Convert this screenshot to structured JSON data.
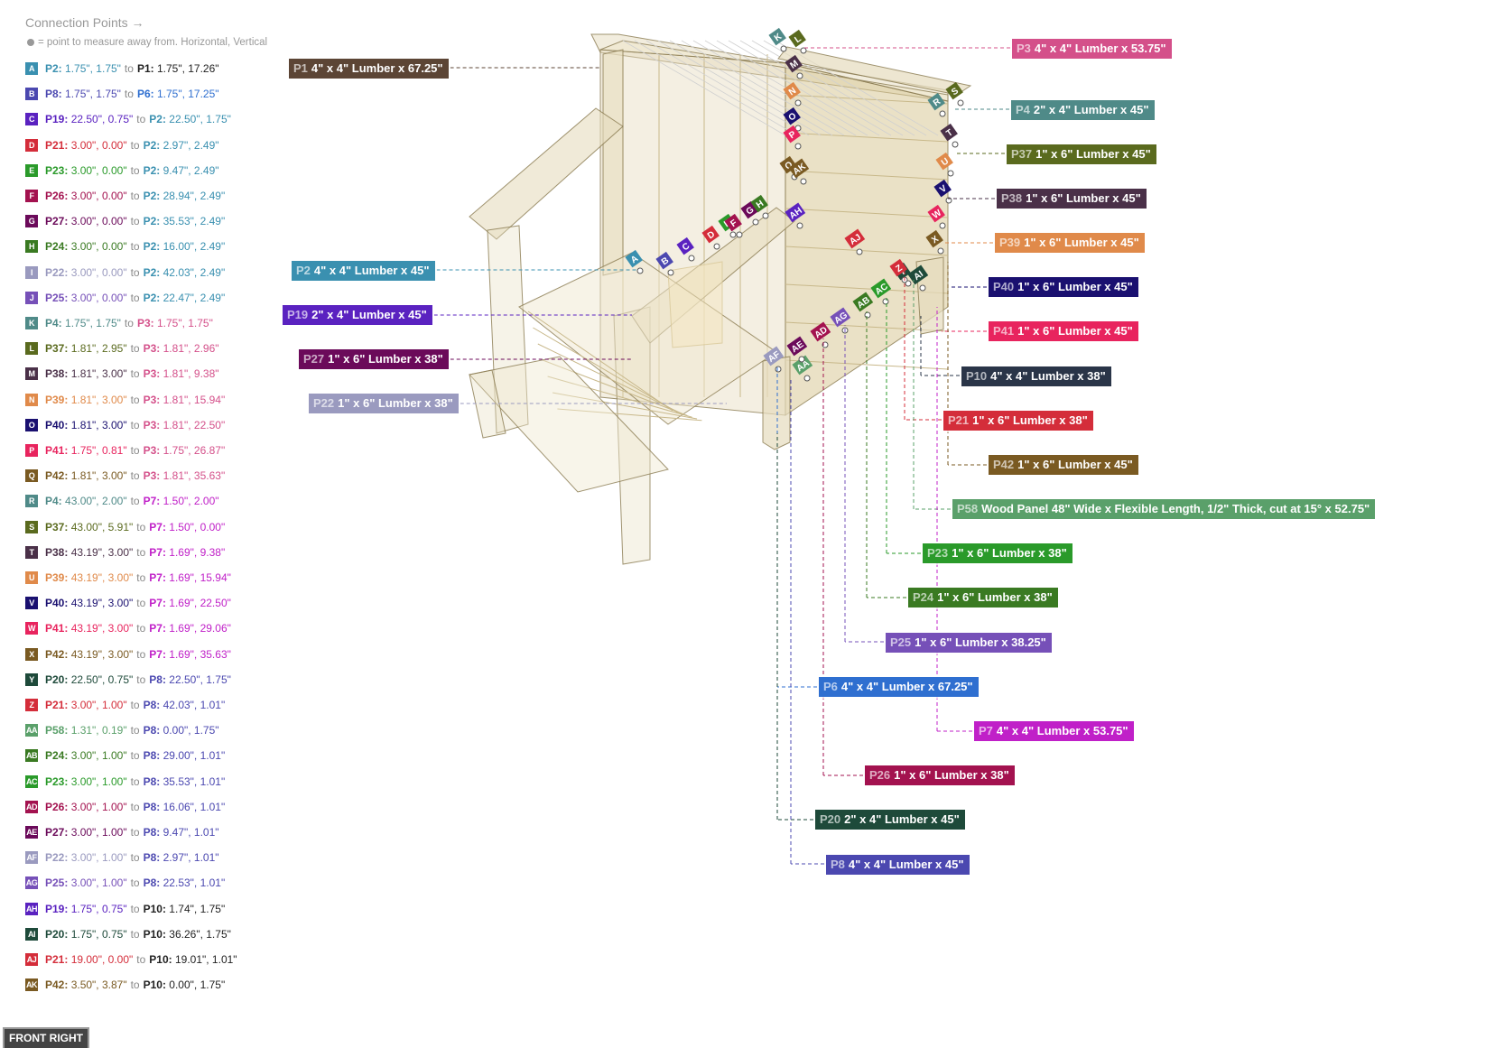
{
  "panel": {
    "title": "Connection Points →",
    "subtitle": "= point to measure away from. Horizontal, Vertical"
  },
  "connections": [
    {
      "id": "A",
      "color": "#3a90b0",
      "from": "P2",
      "from_val": "1.75\", 1.75\"",
      "to": "P1",
      "to_val": "1.75\", 17.26\"",
      "to_color": "#222"
    },
    {
      "id": "B",
      "color": "#4b48b0",
      "from": "P8",
      "from_val": "1.75\", 1.75\"",
      "to": "P6",
      "to_val": "1.75\", 17.25\"",
      "to_color": "#2f6fd0"
    },
    {
      "id": "C",
      "color": "#5a22c0",
      "from": "P19",
      "from_val": "22.50\", 0.75\"",
      "to": "P2",
      "to_val": "22.50\", 1.75\"",
      "to_color": "#3a90b0"
    },
    {
      "id": "D",
      "color": "#d42d3a",
      "from": "P21",
      "from_val": "3.00\", 0.00\"",
      "to": "P2",
      "to_val": "2.97\", 2.49\"",
      "to_color": "#3a90b0"
    },
    {
      "id": "E",
      "color": "#2a9a2a",
      "from": "P23",
      "from_val": "3.00\", 0.00\"",
      "to": "P2",
      "to_val": "9.47\", 2.49\"",
      "to_color": "#3a90b0"
    },
    {
      "id": "F",
      "color": "#a3124f",
      "from": "P26",
      "from_val": "3.00\", 0.00\"",
      "to": "P2",
      "to_val": "28.94\", 2.49\"",
      "to_color": "#3a90b0"
    },
    {
      "id": "G",
      "color": "#6b0a5a",
      "from": "P27",
      "from_val": "3.00\", 0.00\"",
      "to": "P2",
      "to_val": "35.53\", 2.49\"",
      "to_color": "#3a90b0"
    },
    {
      "id": "H",
      "color": "#3a7a22",
      "from": "P24",
      "from_val": "3.00\", 0.00\"",
      "to": "P2",
      "to_val": "16.00\", 2.49\"",
      "to_color": "#3a90b0"
    },
    {
      "id": "I",
      "color": "#9a9abf",
      "from": "P22",
      "from_val": "3.00\", 0.00\"",
      "to": "P2",
      "to_val": "42.03\", 2.49\"",
      "to_color": "#3a90b0"
    },
    {
      "id": "J",
      "color": "#7650b8",
      "from": "P25",
      "from_val": "3.00\", 0.00\"",
      "to": "P2",
      "to_val": "22.47\", 2.49\"",
      "to_color": "#3a90b0"
    },
    {
      "id": "K",
      "color": "#4f8a88",
      "from": "P4",
      "from_val": "1.75\", 1.75\"",
      "to": "P3",
      "to_val": "1.75\", 1.75\"",
      "to_color": "#d4508a"
    },
    {
      "id": "L",
      "color": "#5a6a1e",
      "from": "P37",
      "from_val": "1.81\", 2.95\"",
      "to": "P3",
      "to_val": "1.81\", 2.96\"",
      "to_color": "#d4508a"
    },
    {
      "id": "M",
      "color": "#4a3048",
      "from": "P38",
      "from_val": "1.81\", 3.00\"",
      "to": "P3",
      "to_val": "1.81\", 9.38\"",
      "to_color": "#d4508a"
    },
    {
      "id": "N",
      "color": "#e08a4a",
      "from": "P39",
      "from_val": "1.81\", 3.00\"",
      "to": "P3",
      "to_val": "1.81\", 15.94\"",
      "to_color": "#d4508a"
    },
    {
      "id": "O",
      "color": "#1a1070",
      "from": "P40",
      "from_val": "1.81\", 3.00\"",
      "to": "P3",
      "to_val": "1.81\", 22.50\"",
      "to_color": "#d4508a"
    },
    {
      "id": "P",
      "color": "#e8245e",
      "from": "P41",
      "from_val": "1.75\", 0.81\"",
      "to": "P3",
      "to_val": "1.75\", 26.87\"",
      "to_color": "#d4508a"
    },
    {
      "id": "Q",
      "color": "#7a5a22",
      "from": "P42",
      "from_val": "1.81\", 3.00\"",
      "to": "P3",
      "to_val": "1.81\", 35.63\"",
      "to_color": "#d4508a"
    },
    {
      "id": "R",
      "color": "#4f8a88",
      "from": "P4",
      "from_val": "43.00\", 2.00\"",
      "to": "P7",
      "to_val": "1.50\", 2.00\"",
      "to_color": "#c020c8"
    },
    {
      "id": "S",
      "color": "#5a6a1e",
      "from": "P37",
      "from_val": "43.00\", 5.91\"",
      "to": "P7",
      "to_val": "1.50\", 0.00\"",
      "to_color": "#c020c8"
    },
    {
      "id": "T",
      "color": "#4a3048",
      "from": "P38",
      "from_val": "43.19\", 3.00\"",
      "to": "P7",
      "to_val": "1.69\", 9.38\"",
      "to_color": "#c020c8"
    },
    {
      "id": "U",
      "color": "#e08a4a",
      "from": "P39",
      "from_val": "43.19\", 3.00\"",
      "to": "P7",
      "to_val": "1.69\", 15.94\"",
      "to_color": "#c020c8"
    },
    {
      "id": "V",
      "color": "#1a1070",
      "from": "P40",
      "from_val": "43.19\", 3.00\"",
      "to": "P7",
      "to_val": "1.69\", 22.50\"",
      "to_color": "#c020c8"
    },
    {
      "id": "W",
      "color": "#e8245e",
      "from": "P41",
      "from_val": "43.19\", 3.00\"",
      "to": "P7",
      "to_val": "1.69\", 29.06\"",
      "to_color": "#c020c8"
    },
    {
      "id": "X",
      "color": "#7a5a22",
      "from": "P42",
      "from_val": "43.19\", 3.00\"",
      "to": "P7",
      "to_val": "1.69\", 35.63\"",
      "to_color": "#c020c8"
    },
    {
      "id": "Y",
      "color": "#1e4a3a",
      "from": "P20",
      "from_val": "22.50\", 0.75\"",
      "to": "P8",
      "to_val": "22.50\", 1.75\"",
      "to_color": "#4b48b0"
    },
    {
      "id": "Z",
      "color": "#d42d3a",
      "from": "P21",
      "from_val": "3.00\", 1.00\"",
      "to": "P8",
      "to_val": "42.03\", 1.01\"",
      "to_color": "#4b48b0"
    },
    {
      "id": "AA",
      "color": "#5aa06a",
      "from": "P58",
      "from_val": "1.31\", 0.19\"",
      "to": "P8",
      "to_val": "0.00\", 1.75\"",
      "to_color": "#4b48b0"
    },
    {
      "id": "AB",
      "color": "#3a7a22",
      "from": "P24",
      "from_val": "3.00\", 1.00\"",
      "to": "P8",
      "to_val": "29.00\", 1.01\"",
      "to_color": "#4b48b0"
    },
    {
      "id": "AC",
      "color": "#2a9a2a",
      "from": "P23",
      "from_val": "3.00\", 1.00\"",
      "to": "P8",
      "to_val": "35.53\", 1.01\"",
      "to_color": "#4b48b0"
    },
    {
      "id": "AD",
      "color": "#a3124f",
      "from": "P26",
      "from_val": "3.00\", 1.00\"",
      "to": "P8",
      "to_val": "16.06\", 1.01\"",
      "to_color": "#4b48b0"
    },
    {
      "id": "AE",
      "color": "#6b0a5a",
      "from": "P27",
      "from_val": "3.00\", 1.00\"",
      "to": "P8",
      "to_val": "9.47\", 1.01\"",
      "to_color": "#4b48b0"
    },
    {
      "id": "AF",
      "color": "#9a9abf",
      "from": "P22",
      "from_val": "3.00\", 1.00\"",
      "to": "P8",
      "to_val": "2.97\", 1.01\"",
      "to_color": "#4b48b0"
    },
    {
      "id": "AG",
      "color": "#7650b8",
      "from": "P25",
      "from_val": "3.00\", 1.00\"",
      "to": "P8",
      "to_val": "22.53\", 1.01\"",
      "to_color": "#4b48b0"
    },
    {
      "id": "AH",
      "color": "#5a22c0",
      "from": "P19",
      "from_val": "1.75\", 0.75\"",
      "to": "P10",
      "to_val": "1.74\", 1.75\"",
      "to_color": "#222"
    },
    {
      "id": "AI",
      "color": "#1e4a3a",
      "from": "P20",
      "from_val": "1.75\", 0.75\"",
      "to": "P10",
      "to_val": "36.26\", 1.75\"",
      "to_color": "#222"
    },
    {
      "id": "AJ",
      "color": "#d42d3a",
      "from": "P21",
      "from_val": "19.00\", 0.00\"",
      "to": "P10",
      "to_val": "19.01\", 1.01\"",
      "to_color": "#222"
    },
    {
      "id": "AK",
      "color": "#7a5a22",
      "from": "P42",
      "from_val": "3.50\", 3.87\"",
      "to": "P10",
      "to_val": "0.00\", 1.75\"",
      "to_color": "#222"
    }
  ],
  "parts": [
    {
      "id": "P1",
      "desc": "4\" x 4\" Lumber x 67.25\"",
      "color": "#5c4535"
    },
    {
      "id": "P2",
      "desc": "4\" x 4\" Lumber x 45\"",
      "color": "#3a90b0"
    },
    {
      "id": "P19",
      "desc": "2\" x 4\" Lumber  x 45\"",
      "color": "#5a22c0"
    },
    {
      "id": "P27",
      "desc": "1\" x 6\" Lumber x 38\"",
      "color": "#6b0a5a"
    },
    {
      "id": "P22",
      "desc": "1\" x 6\" Lumber x 38\"",
      "color": "#9a9abf"
    },
    {
      "id": "P3",
      "desc": "4\" x 4\" Lumber x 53.75\"",
      "color": "#d4508a"
    },
    {
      "id": "P4",
      "desc": "2\" x 4\" Lumber  x 45\"",
      "color": "#4f8a88"
    },
    {
      "id": "P37",
      "desc": "1\" x 6\" Lumber x 45\"",
      "color": "#5a6a1e"
    },
    {
      "id": "P38",
      "desc": "1\" x 6\" Lumber x 45\"",
      "color": "#4a3048"
    },
    {
      "id": "P39",
      "desc": "1\" x 6\" Lumber x 45\"",
      "color": "#e08a4a"
    },
    {
      "id": "P40",
      "desc": "1\" x 6\" Lumber x 45\"",
      "color": "#1a1070"
    },
    {
      "id": "P41",
      "desc": "1\" x 6\" Lumber x 45\"",
      "color": "#e8245e"
    },
    {
      "id": "P10",
      "desc": "4\" x 4\" Lumber x 38\"",
      "color": "#2a3548"
    },
    {
      "id": "P21",
      "desc": "1\" x 6\" Lumber x 38\"",
      "color": "#d42d3a"
    },
    {
      "id": "P42",
      "desc": "1\" x 6\" Lumber x 45\"",
      "color": "#7a5a22"
    },
    {
      "id": "P58",
      "desc": "Wood Panel 48\" Wide x Flexible Length, 1/2\" Thick, cut at 15° x 52.75\"",
      "color": "#5aa06a"
    },
    {
      "id": "P23",
      "desc": "1\" x 6\" Lumber x 38\"",
      "color": "#2a9a2a"
    },
    {
      "id": "P24",
      "desc": "1\" x 6\" Lumber x 38\"",
      "color": "#3a7a22"
    },
    {
      "id": "P25",
      "desc": "1\" x 6\" Lumber x 38.25\"",
      "color": "#7650b8"
    },
    {
      "id": "P6",
      "desc": "4\" x 4\" Lumber x 67.25\"",
      "color": "#2f6fd0"
    },
    {
      "id": "P7",
      "desc": "4\" x 4\" Lumber x 53.75\"",
      "color": "#c020c8"
    },
    {
      "id": "P26",
      "desc": "1\" x 6\" Lumber x 38\"",
      "color": "#a3124f"
    },
    {
      "id": "P20",
      "desc": "2\" x 4\" Lumber  x 45\"",
      "color": "#1e4a3a"
    },
    {
      "id": "P8",
      "desc": "4\" x 4\" Lumber x 45\"",
      "color": "#4b48b0"
    }
  ],
  "view_label": "FRONT RIGHT",
  "colors": {
    "wood": "#c8b88a",
    "wood_dark": "#8a7a50",
    "wood_fill": "#e6dcbe"
  }
}
